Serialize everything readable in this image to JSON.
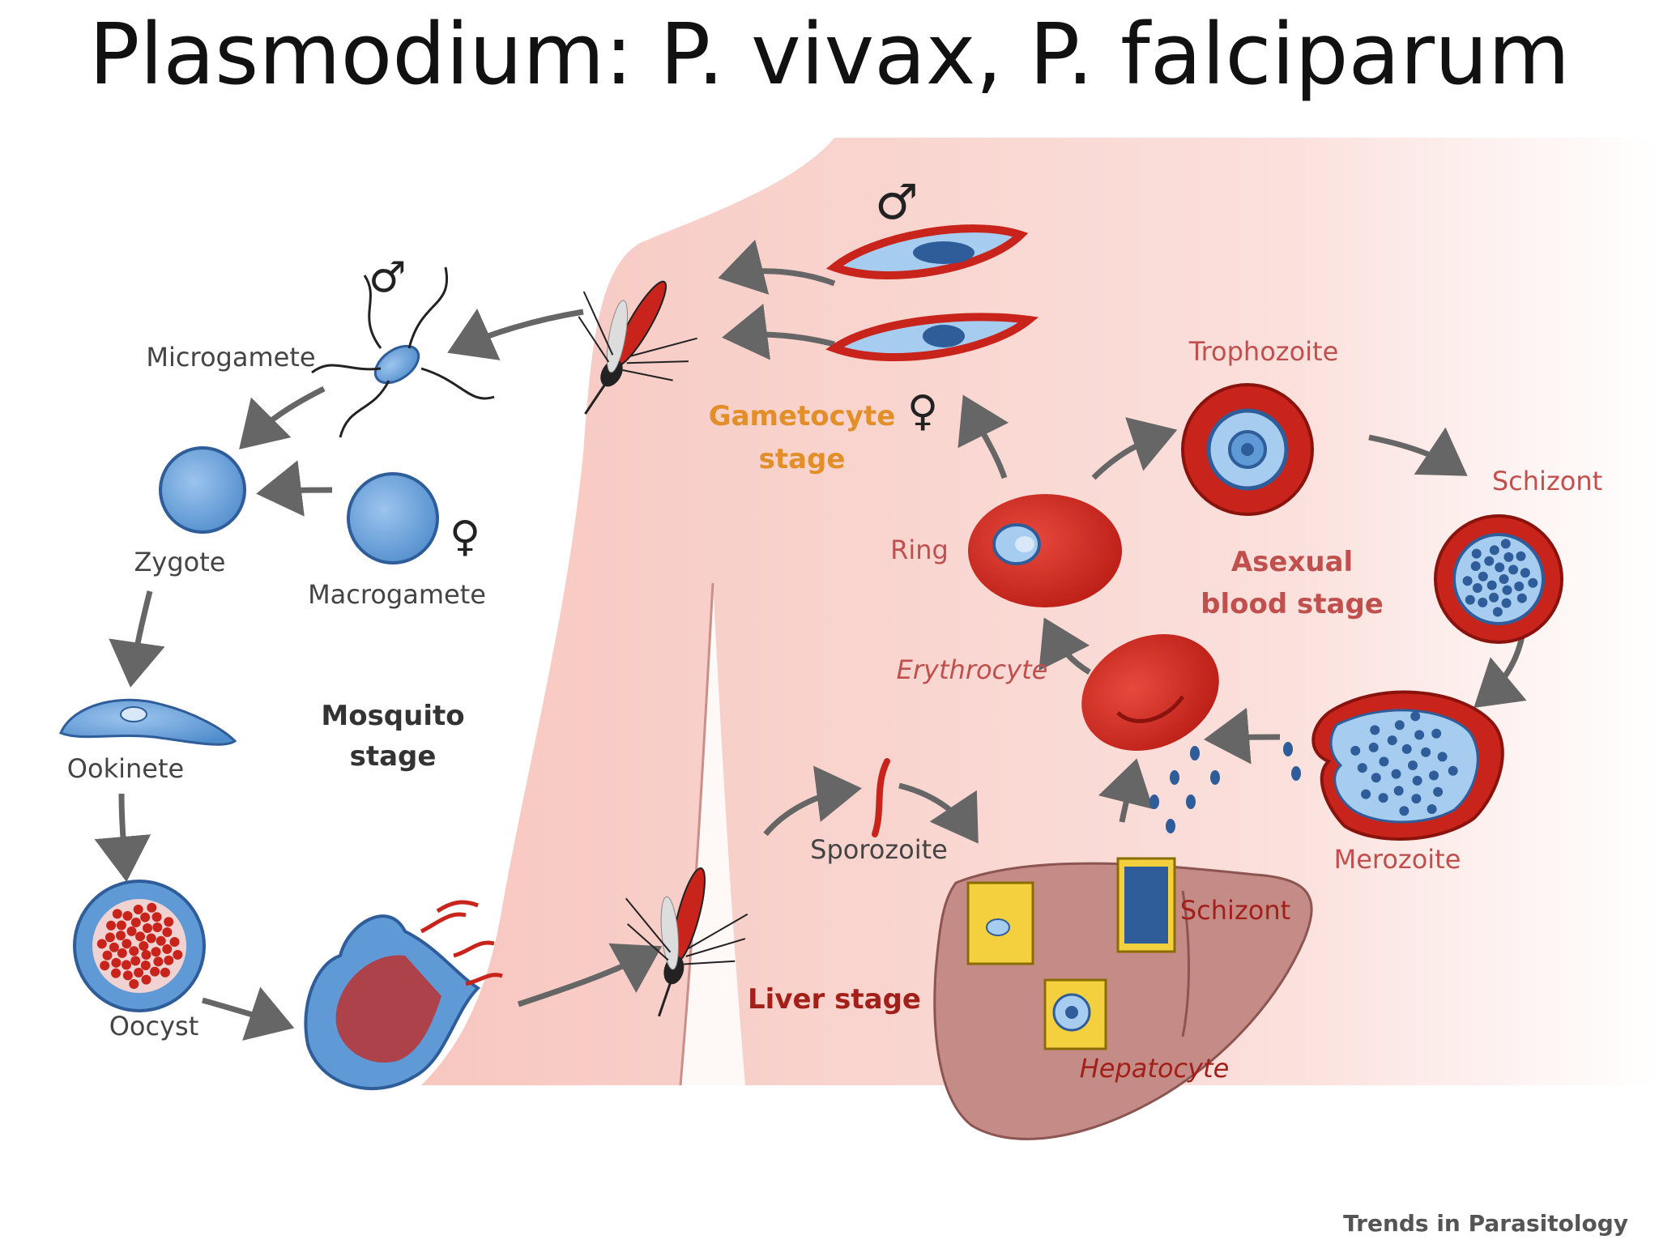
{
  "title": "Plasmodium: P. vivax, P. falciparum",
  "colors": {
    "skin": "#f7cdc7",
    "blue": "#5f9ad6",
    "red": "#c8241b",
    "orange": "#e28f2a",
    "gray_text": "#444444",
    "red_text": "#c0504d",
    "dark_red_text": "#a3201a",
    "arrow": "#666666",
    "liver": "#c58b87"
  },
  "symbols": {
    "male": "♂",
    "female": "♀"
  },
  "mosquito_stage": {
    "microgamete": "Microgamete",
    "macrogamete": "Macrogamete",
    "zygote": "Zygote",
    "ookinete": "Ookinete",
    "oocyst": "Oocyst",
    "stage_label_line1": "Mosquito",
    "stage_label_line2": "stage"
  },
  "gametocyte_stage": {
    "line1": "Gametocyte",
    "line2": "stage"
  },
  "asexual_blood_stage": {
    "trophozoite": "Trophozoite",
    "schizont": "Schizont",
    "ring": "Ring",
    "erythrocyte": "Erythrocyte",
    "merozoite": "Merozoite",
    "stage_label_line1": "Asexual",
    "stage_label_line2": "blood stage"
  },
  "liver_stage": {
    "sporozoite": "Sporozoite",
    "schizont": "Schizont",
    "hepatocyte": "Hepatocyte",
    "stage_label": "Liver stage"
  },
  "credit": "Trends in Parasitology"
}
